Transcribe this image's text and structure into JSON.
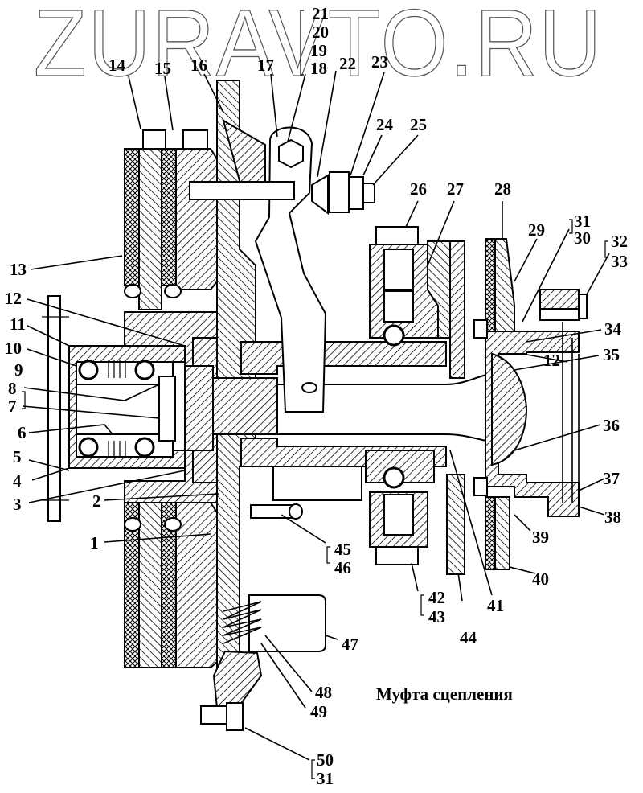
{
  "watermark": "ZURAVTO.RU",
  "caption": "Муфта сцепления",
  "labels": {
    "l1": "1",
    "l2": "2",
    "l3": "3",
    "l4": "4",
    "l5": "5",
    "l6": "6",
    "l7": "7",
    "l8": "8",
    "l9": "9",
    "l10": "10",
    "l11": "11",
    "l12a": "12",
    "l13": "13",
    "l14": "14",
    "l15": "15",
    "l16": "16",
    "l17": "17",
    "l18": "18",
    "l19": "19",
    "l20": "20",
    "l21": "21",
    "l22": "22",
    "l23": "23",
    "l24": "24",
    "l25": "25",
    "l26": "26",
    "l27": "27",
    "l28": "28",
    "l29": "29",
    "l30": "30",
    "l31a": "31",
    "l32": "32",
    "l33": "33",
    "l34": "34",
    "l12b": "12",
    "l35": "35",
    "l36": "36",
    "l37": "37",
    "l38": "38",
    "l39": "39",
    "l40": "40",
    "l41": "41",
    "l42": "42",
    "l43": "43",
    "l44": "44",
    "l45": "45",
    "l46": "46",
    "l47": "47",
    "l48": "48",
    "l49": "49",
    "l50": "50",
    "l31b": "31"
  }
}
